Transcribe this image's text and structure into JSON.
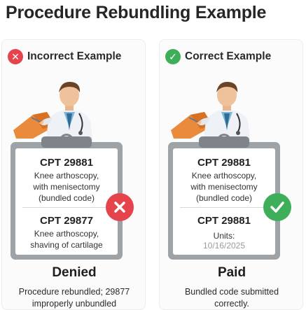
{
  "title": "Procedure Rebundling Example",
  "colors": {
    "incorrect": "#e5444d",
    "correct": "#3fae5a"
  },
  "incorrect": {
    "header_icon": "x-circle-icon",
    "header": "Incorrect Example",
    "code1": "CPT 29881",
    "code1_desc": [
      "Knee arthoscopy,",
      "with menisectomy",
      "(bundled code)"
    ],
    "code2": "CPT 29877",
    "code2_desc": [
      "Knee arthoscopy,",
      "shaving of cartilage"
    ],
    "badge_icon": "x-icon",
    "status": "Denied",
    "explanation": [
      "Procedure rebundled; 29877",
      "improperly unbundled"
    ]
  },
  "correct": {
    "header_icon": "check-circle-icon",
    "header": "Correct Example",
    "code1": "CPT 29881",
    "code1_desc": [
      "Knee arthoscopy,",
      "with menisectomy",
      "(bundled code)"
    ],
    "code2": "CPT 29881",
    "units_label": "Units:",
    "units_date": "10/16/2025",
    "badge_icon": "check-icon",
    "status": "Paid",
    "explanation": [
      "Bundled code submitted",
      "correctly."
    ]
  }
}
